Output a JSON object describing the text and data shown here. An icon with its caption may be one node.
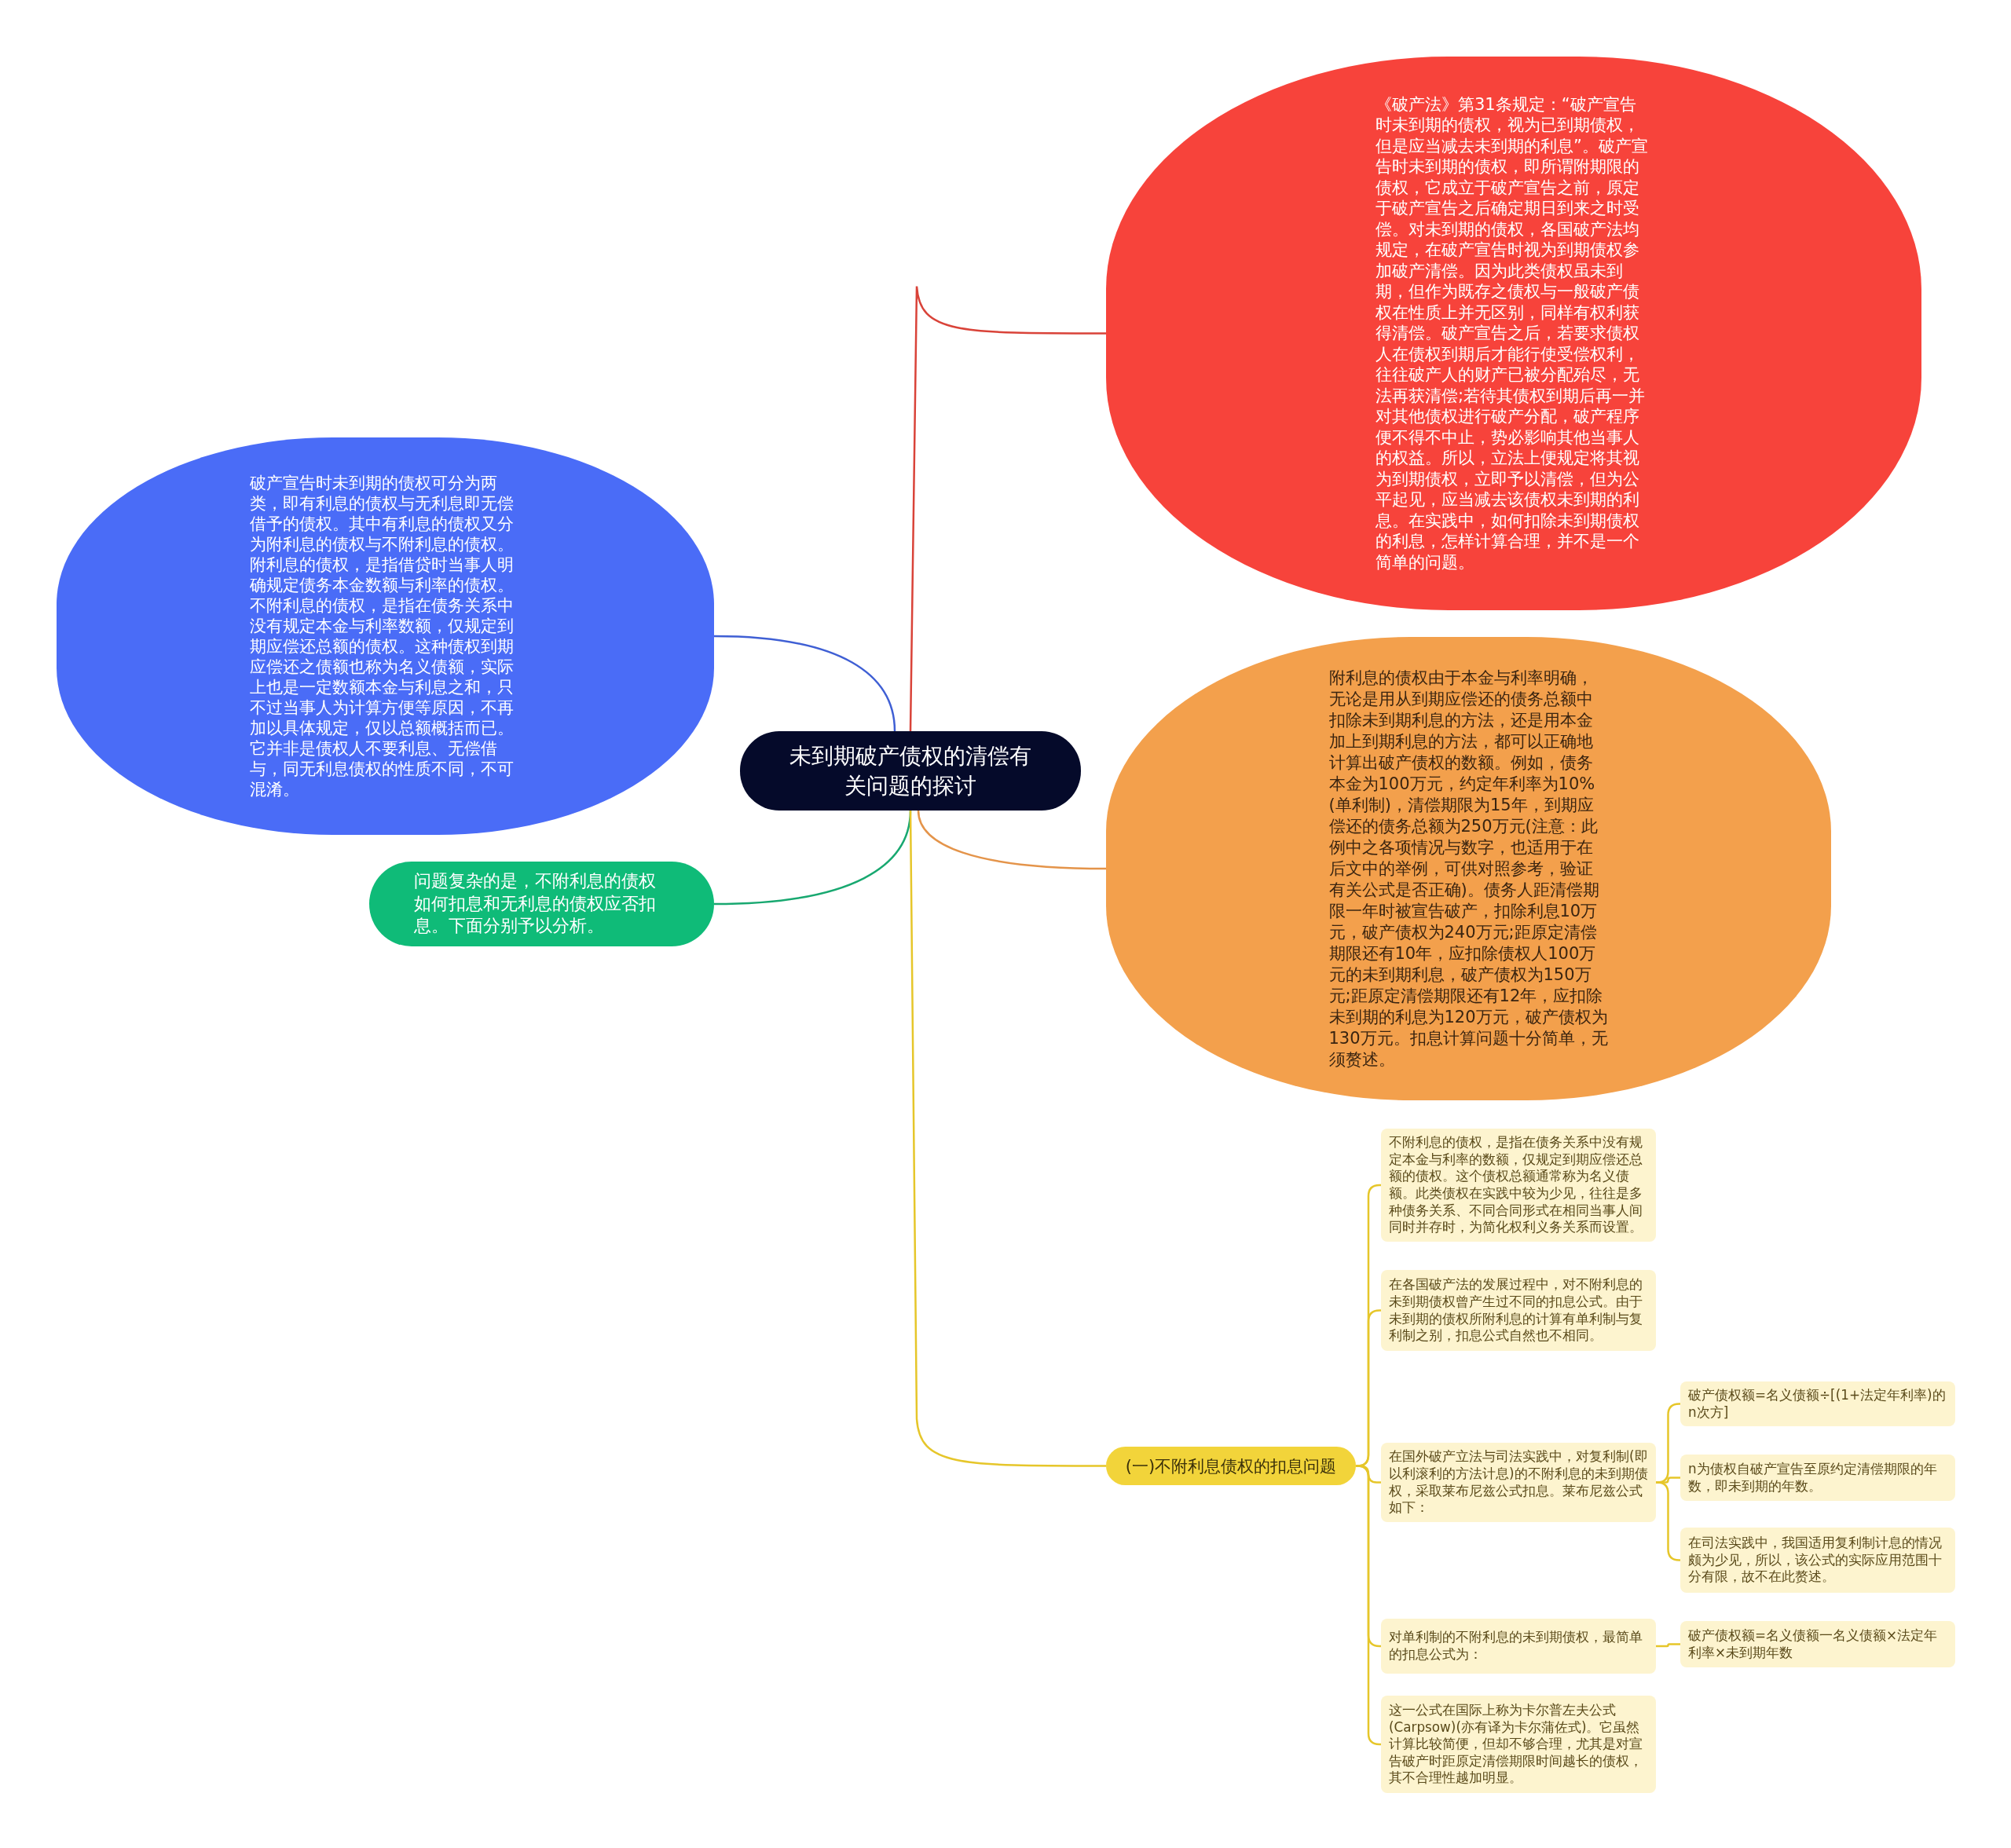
{
  "diagram": {
    "nodes": [
      {
        "text": [
          "未到期破产债权的清偿有关问题的探讨"
        ]
      },
      {
        "text": [
          "《破产法》第31条规定：“破产宣告时未到期的债权，视为已到期债权，但是应当减去未到期的利息”。破产宣告时未到期的债权，即所谓附期限的债权，它成立于破产宣告之前，原定于破产宣告之后确定期日到来之时受偿。对未到期的债权，各国破产法均规定，在破产宣告时视为到期债权参加破产清偿。因为此类债权虽未到期，但作为既存之债权与一般破产债权在性质上并无区别，同样有权利获得清偿。破产宣告之后，若要求债权人在债权到期后才能行使受偿权利，往往破产人的财产已被分配殆尽，无法再获清偿;若待其债权到期后再一并对其他债权进行破产分配，破产程序便不得不中止，势必影响其他当事人的权益。所以，立法上便规定将其视为到期债权，立即予以清偿，但为公平起见，应当减去该债权未到期的利息。在实践中，如何扣除未到期债权的利息，怎样计算合理，并不是一个简单的问题。"
        ]
      },
      {
        "text": [
          "附利息的债权由于本金与利率明确，无论是用从到期应偿还的债务总额中扣除未到期利息的方法，还是用本金加上到期利息的方法，都可以正确地计算出破产债权的数额。例如，债务本金为100万元，约定年利率为10%(单利制)，清偿期限为15年，到期应偿还的债务总额为250万元(注意：此例中之各项情况与数字，也适用于在后文中的举例，可供对照参考，验证有关公式是否正确)。债务人距清偿期限一年时被宣告破产，扣除利息10万元，破产债权为240万元;距原定清偿期限还有10年，应扣除债权人100万元的未到期利息，破产债权为150万元;距原定清偿期限还有12年，应扣除未到期的利息为120万元，破产债权为130万元。扣息计算问题十分简单，无须赘述。"
        ]
      },
      {
        "text": [
          "破产宣告时未到期的债权可分为两类，即有利息的债权与无利息即无偿借予的债权。其中有利息的债权又分为附利息的债权与不附利息的债权。附利息的债权，是指借贷时当事人明确规定债务本金数额与利率的债权。不附利息的债权，是指在债务关系中没有规定本金与利率数额，仅规定到期应偿还总额的债权。这种债权到期应偿还之债额也称为名义债额，实际上也是一定数额本金与利息之和，只不过当事人为计算方便等原因，不再加以具体规定，仅以总额概括而已。它并非是债权人不要利息、无偿借与，同无利息债权的性质不同，不可混淆。"
        ]
      },
      {
        "text": [
          "问题复杂的是，不附利息的债权如何扣息和无利息的债权应否扣息。下面分别予以分析。"
        ]
      },
      {
        "text": [
          "(一)不附利息债权的扣息问题"
        ]
      },
      {
        "text": [
          "不附利息的债权，是指在债务关系中没有规定本金与利率的数额，仅规定到期应偿还总额的债权。这个债权总额通常称为名义债额。此类债权在实践中较为少见，往往是多种债务关系、不同合同形式在相同当事人间同时并存时，为简化权利义务关系而设置。"
        ]
      },
      {
        "text": [
          "在各国破产法的发展过程中，对不附利息的未到期债权曾产生过不同的扣息公式。由于未到期的债权所附利息的计算有单利制与复利制之别，扣息公式自然也不相同。"
        ]
      },
      {
        "text": [
          "在国外破产立法与司法实践中，对复利制(即以利滚利的方法计息)的不附利息的未到期债权，采取莱布尼兹公式扣息。莱布尼兹公式如下："
        ]
      },
      {
        "text": [
          "破产债权额=名义债额÷[(1+法定年利率)的n次方]"
        ]
      },
      {
        "text": [
          "n为债权自破产宣告至原约定清偿期限的年数，即未到期的年数。"
        ]
      },
      {
        "text": [
          "在司法实践中，我国适用复利制计息的情况颇为少见，所以，该公式的实际应用范围十分有限，故不在此赘述。"
        ]
      },
      {
        "text": [
          "对单利制的不附利息的未到期债权，最简单的扣息公式为："
        ]
      },
      {
        "text": [
          "破产债权额=名义债额一名义债额×法定年利率×未到期年数"
        ]
      },
      {
        "text": [
          "这一公式在国际上称为卡尔普左夫公式(Carpsow)(亦有译为卡尔蒲佐式)。它虽然计算比较简便，但却不够合理，尤其是对宣告破产时距原定清偿期限时间越长的债权，其不合理性越加明显。"
        ]
      }
    ],
    "edges": [
      {
        "from": 0,
        "to": 1,
        "arrow": "none",
        "color": "#d94339"
      },
      {
        "from": 0,
        "to": 2,
        "arrow": "none",
        "color": "#e4944a"
      },
      {
        "from": 0,
        "to": 3,
        "arrow": "none",
        "color": "#3f5fd4"
      },
      {
        "from": 0,
        "to": 4,
        "arrow": "none",
        "color": "#18a870"
      },
      {
        "from": 0,
        "to": 5,
        "arrow": "none"
      },
      {
        "from": 5,
        "to": 6,
        "arrow": "none"
      },
      {
        "from": 5,
        "to": 7,
        "arrow": "none"
      },
      {
        "from": 5,
        "to": 8,
        "arrow": "none"
      },
      {
        "from": 8,
        "to": 9,
        "arrow": "none"
      },
      {
        "from": 8,
        "to": 10,
        "arrow": "none"
      },
      {
        "from": 8,
        "to": 11,
        "arrow": "none"
      },
      {
        "from": 5,
        "to": 12,
        "arrow": "none"
      },
      {
        "from": 12,
        "to": 13,
        "arrow": "none"
      },
      {
        "from": 5,
        "to": 14,
        "arrow": "none"
      }
    ]
  }
}
